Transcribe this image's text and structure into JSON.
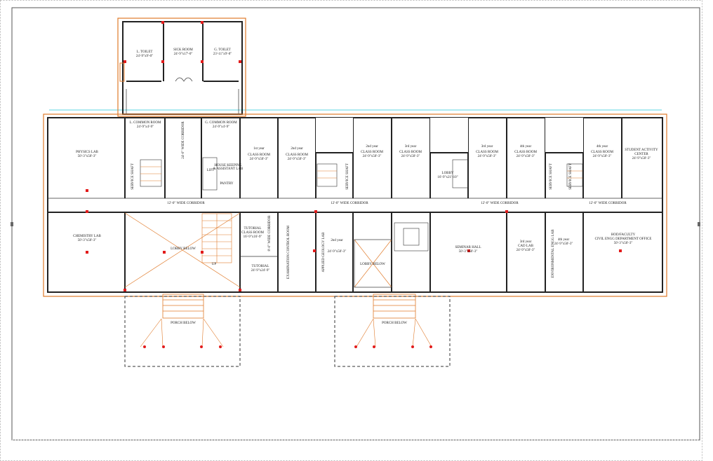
{
  "rooms": {
    "l_toilet": {
      "name": "L. TOILET",
      "dim": "24'-9\"x9'-0\""
    },
    "sick_room": {
      "name": "SICK ROOM",
      "dim": "24'-9\"x17'-0\""
    },
    "g_toilet": {
      "name": "G. TOILET",
      "dim": "23'-11\"x9'-0\""
    },
    "l_common": {
      "name": "L. COMMON ROOM",
      "dim": "24'-9\"x4'-9\""
    },
    "g_common": {
      "name": "G. COMMON ROOM",
      "dim": "24'-9\"x4'-9\""
    },
    "physics_lab": {
      "name": "PHYSICS LAB",
      "dim": "50'-3\"x50'-3\""
    },
    "class1": {
      "year": "1st year",
      "name": "CLASS ROOM",
      "dim": "24'-9\"x50'-3\""
    },
    "class2": {
      "year": "2nd year",
      "name": "CLASS ROOM",
      "dim": "24'-9\"x50'-3\""
    },
    "class3": {
      "year": "2nd year",
      "name": "CLASS ROOM",
      "dim": "24'-9\"x50'-3\""
    },
    "class4": {
      "year": "3rd year",
      "name": "CLASS ROOM",
      "dim": "24'-9\"x50'-3\""
    },
    "class5": {
      "year": "3rd year",
      "name": "CLASS ROOM",
      "dim": "24'-9\"x50'-3\""
    },
    "class6": {
      "year": "4th year",
      "name": "CLASS ROOM",
      "dim": "24'-9\"x50'-3\""
    },
    "class7": {
      "year": "4th year",
      "name": "CLASS ROOM",
      "dim": "24'-9\"x50'-3\""
    },
    "student_activity": {
      "line1": "STUDENT ACTIVITY",
      "line2": "CENTER",
      "dim": "24'-9\"x50'-3\""
    },
    "lobby_mid": {
      "name": "LOBBY",
      "dim": "16'-9\"x21'-10\""
    },
    "chemistry_lab": {
      "name": "CHEMISTRY LAB",
      "dim": "50'-3\"x50'-3\""
    },
    "lobby_below_1": {
      "name": "LOBBY BELOW"
    },
    "stair_up": {
      "name": "UP"
    },
    "tutorial_class": {
      "line1": "TUTORIAL",
      "line2": "CLASS ROOM",
      "dim": "16'-9\"x16'-9\""
    },
    "tutorial": {
      "name": "TUTORIAL",
      "dim": "24'-9\"x24'-9\""
    },
    "exam_control": {
      "name": "EXAMINATION CONTROL ROOM"
    },
    "applied_geology": {
      "name": "APPLIED GEOLOGY LAB"
    },
    "second_year_s": {
      "year": "2nd year",
      "dim": "24'-9\"x50'-3\""
    },
    "lobby_below_2": {
      "name": "LOBBY BELOW"
    },
    "seminar_hall": {
      "name": "SEMINAR HALL",
      "dim": "50'-3\"x50'-3\""
    },
    "cad_lab": {
      "year": "3rd year",
      "name": "CAD LAB",
      "dim": "24'-9\"x50'-3\""
    },
    "env_lab": {
      "name": "ENVIRONMENTAL ENGG LAB"
    },
    "fourth_year_s": {
      "year": "4th year",
      "dim": "24'-9\"x50'-3\""
    },
    "hod_office": {
      "line1": "HOD/FACULTY",
      "line2": "CIVIL ENGG DEPARTMENT OFFICE",
      "dim": "50'-3\"x50'-3\""
    },
    "housekeeping": {
      "line1": "HOUSE KEEPING",
      "line2": "& ASSISTANT LAB"
    },
    "pantry": {
      "name": "PANTRY"
    },
    "porch1": {
      "name": "PORCH BELOW"
    },
    "porch2": {
      "name": "PORCH BELOW"
    }
  },
  "corridors": {
    "vertical": "24'-0\" WIDE CORRIDOR",
    "c1": "12'-0\" WIDE CORRIDOR",
    "c2": "12'-0\" WIDE CORRIDOR",
    "c3": "12'-0\" WIDE CORRIDOR",
    "c4": "12'-0\" WIDE CORRIDOR",
    "mid": "8'-0\" WIDE CORRIDOR"
  },
  "services": {
    "shaft1": "SERVICE SHAFT",
    "shaft2": "SERVICE SHAFT",
    "shaft3": "SERVICE SHAFT",
    "shaft4": "SERVICE SHAFT",
    "lift": "LIFT"
  }
}
